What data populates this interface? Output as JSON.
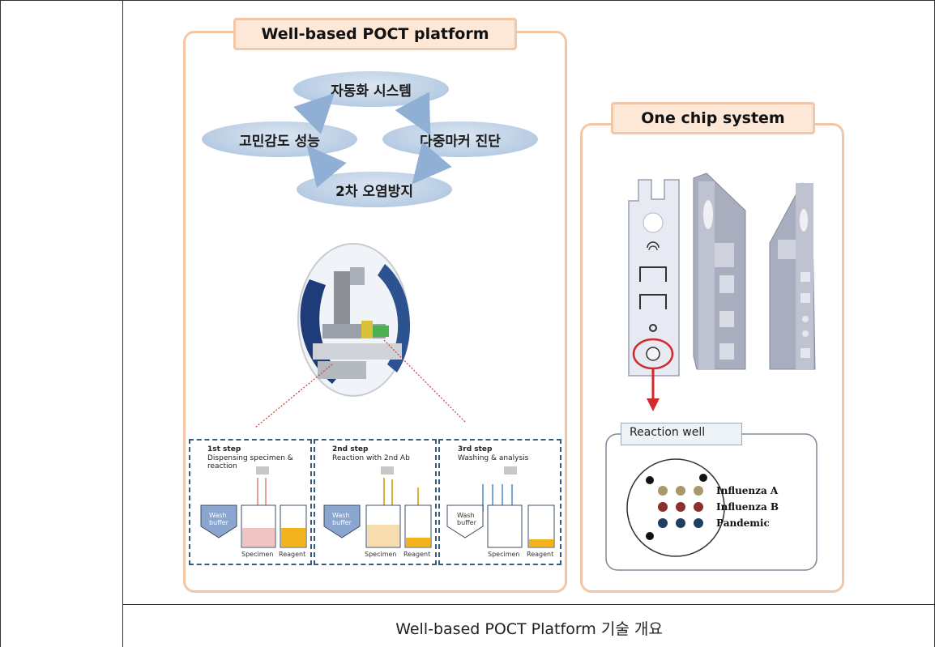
{
  "left_panel": {
    "title": "Well-based POCT platform",
    "cycle": [
      "자동화 시스템",
      "다중마커 진단",
      "2차 오염방지",
      "고민감도 성능"
    ],
    "steps": [
      {
        "title": "1st step",
        "desc": "Dispensing specimen & reaction"
      },
      {
        "title": "2nd step",
        "desc": "Reaction with 2nd Ab"
      },
      {
        "title": "3rd step",
        "desc": "Washing & analysis"
      }
    ],
    "wash_label": "Wash buffer",
    "specimen_label": "Specimen",
    "reagent_label": "Reagent"
  },
  "right_panel": {
    "title": "One chip system",
    "reaction_well_title": "Reaction well",
    "legend": [
      {
        "label": "Influenza A",
        "color": "#a8996a"
      },
      {
        "label": "Influenza B",
        "color": "#8b2f2f"
      },
      {
        "label": "Pandemic",
        "color": "#1f3e63"
      }
    ]
  },
  "caption": "Well-based POCT Platform 기술 개요",
  "colors": {
    "panel_border": "#f2c7a8",
    "panel_title_bg": "#fde7d6",
    "arrow_red": "#d12a2a"
  }
}
